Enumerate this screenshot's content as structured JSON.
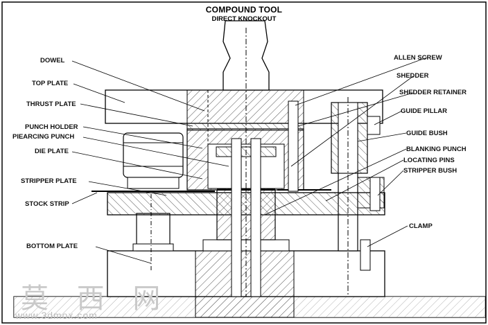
{
  "title": "COMPOUND TOOL",
  "subtitle": "DIRECT KNOCKOUT",
  "labels_left": {
    "dowel": "DOWEL",
    "top_plate": "TOP PLATE",
    "thrust_plate": "THRUST PLATE",
    "punch_holder": "PUNCH HOLDER",
    "piercing_punch": "PIEARCING  PUNCH",
    "die_plate": "DIE PLATE",
    "stripper_plate": "STRIPPER PLATE",
    "stock_strip": "STOCK STRIP",
    "bottom_plate": "BOTTOM PLATE"
  },
  "labels_right": {
    "allen_screw": "ALLEN SCREW",
    "shedder": "SHEDDER",
    "shedder_retainer": "SHEDDER RETAINER",
    "guide_pillar": "GUIDE PILLAR",
    "guide_bush": "GUIDE BUSH",
    "blanking_punch": "BLANKING PUNCH",
    "locating_pins": "LOCATING PINS",
    "stripper_bush": "STRIPPER BUSH",
    "clamp": "CLAMP"
  },
  "watermark": {
    "text": "莫 西 网",
    "url": "www.3dmox.com"
  }
}
